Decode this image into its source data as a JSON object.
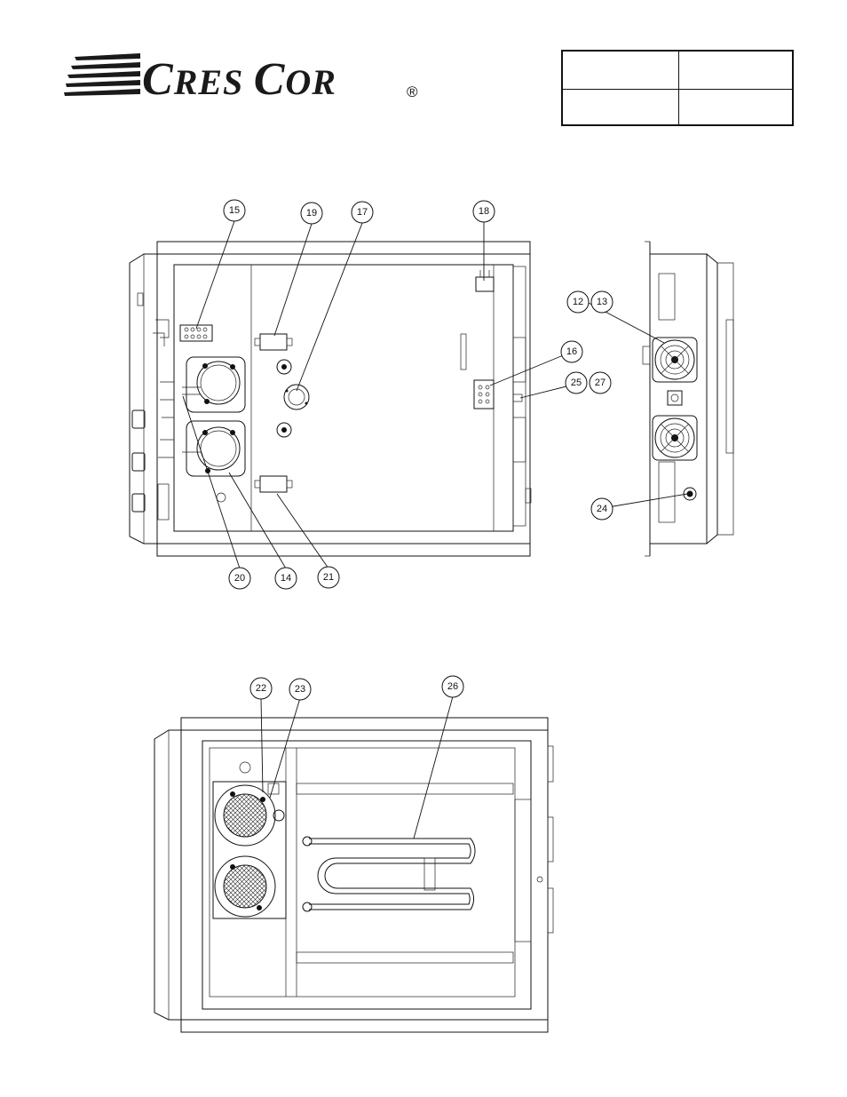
{
  "brand": {
    "name_part1_initial": "C",
    "name_part1_rest": "RES",
    "name_part2_initial": "C",
    "name_part2_rest": "OR",
    "registered_mark": "®"
  },
  "title_block": {
    "cells": [
      "",
      "",
      "",
      ""
    ]
  },
  "callouts": {
    "top_view": [
      "15",
      "19",
      "17",
      "18",
      "20",
      "14",
      "21"
    ],
    "side_view": [
      "12",
      "13",
      "16",
      "25",
      "27",
      "24"
    ],
    "bottom_view": [
      "22",
      "23",
      "26"
    ]
  },
  "colors": {
    "line": "#111111",
    "background": "#ffffff"
  }
}
